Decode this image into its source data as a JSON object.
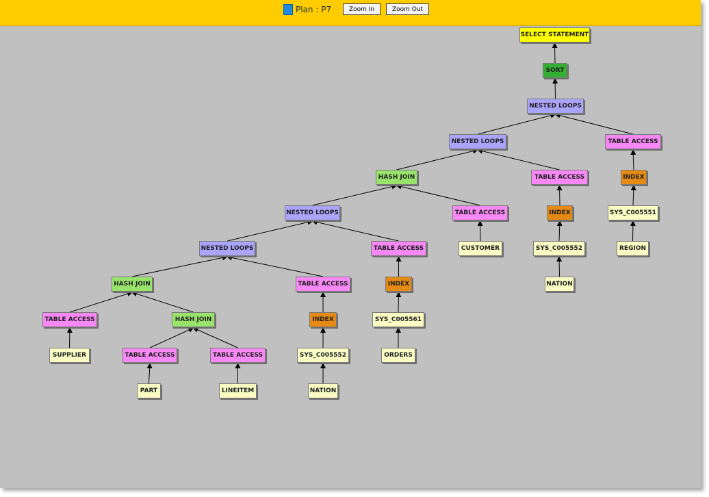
{
  "toolbar": {
    "plan_label": "Plan : P7",
    "zoom_in_label": "Zoom In",
    "zoom_out_label": "Zoom Out",
    "plan_color": "#1f8ae0",
    "background": "#ffcc00"
  },
  "node_colors": {
    "select": "#ffff00",
    "sort": "#33b033",
    "nested": "#aaa4fb",
    "hash": "#99e36d",
    "table": "#f788f5",
    "index": "#e58a14",
    "leaf": "#fafcc4"
  },
  "nodes": {
    "select_statement": "SELECT STATEMENT",
    "sort": "SORT",
    "nested_loops_1": "NESTED LOOPS",
    "nested_loops_2": "NESTED LOOPS",
    "table_access_region": "TABLE ACCESS",
    "index_region": "INDEX",
    "sys_c005551": "SYS_C005551",
    "region": "REGION",
    "hash_join_1": "HASH JOIN",
    "table_access_nation_right": "TABLE ACCESS",
    "index_nation_right": "INDEX",
    "sys_c005552_right": "SYS_C005552",
    "nation_right": "NATION",
    "nested_loops_3": "NESTED LOOPS",
    "table_access_customer": "TABLE ACCESS",
    "customer": "CUSTOMER",
    "nested_loops_4": "NESTED LOOPS",
    "table_access_orders": "TABLE ACCESS",
    "index_orders": "INDEX",
    "sys_c005561": "SYS_C005561",
    "orders": "ORDERS",
    "hash_join_2": "HASH JOIN",
    "table_access_nation_left": "TABLE ACCESS",
    "index_nation_left": "INDEX",
    "sys_c005552_left": "SYS_C005552",
    "nation_left": "NATION",
    "table_access_supplier": "TABLE ACCESS",
    "supplier": "SUPPLIER",
    "hash_join_3": "HASH JOIN",
    "table_access_part": "TABLE ACCESS",
    "part": "PART",
    "table_access_lineitem": "TABLE ACCESS",
    "lineitem": "LINEITEM"
  },
  "edges": [
    [
      "sort",
      "select_statement"
    ],
    [
      "nested_loops_1",
      "sort"
    ],
    [
      "nested_loops_2",
      "nested_loops_1"
    ],
    [
      "table_access_region",
      "nested_loops_1"
    ],
    [
      "index_region",
      "table_access_region"
    ],
    [
      "sys_c005551",
      "index_region"
    ],
    [
      "region",
      "sys_c005551"
    ],
    [
      "hash_join_1",
      "nested_loops_2"
    ],
    [
      "table_access_nation_right",
      "nested_loops_2"
    ],
    [
      "index_nation_right",
      "table_access_nation_right"
    ],
    [
      "sys_c005552_right",
      "index_nation_right"
    ],
    [
      "nation_right",
      "sys_c005552_right"
    ],
    [
      "nested_loops_3",
      "hash_join_1"
    ],
    [
      "table_access_customer",
      "hash_join_1"
    ],
    [
      "customer",
      "table_access_customer"
    ],
    [
      "nested_loops_4",
      "nested_loops_3"
    ],
    [
      "table_access_orders",
      "nested_loops_3"
    ],
    [
      "index_orders",
      "table_access_orders"
    ],
    [
      "sys_c005561",
      "index_orders"
    ],
    [
      "orders",
      "sys_c005561"
    ],
    [
      "hash_join_2",
      "nested_loops_4"
    ],
    [
      "table_access_nation_left",
      "nested_loops_4"
    ],
    [
      "index_nation_left",
      "table_access_nation_left"
    ],
    [
      "sys_c005552_left",
      "index_nation_left"
    ],
    [
      "nation_left",
      "sys_c005552_left"
    ],
    [
      "table_access_supplier",
      "hash_join_2"
    ],
    [
      "supplier",
      "table_access_supplier"
    ],
    [
      "hash_join_3",
      "hash_join_2"
    ],
    [
      "table_access_part",
      "hash_join_3"
    ],
    [
      "part",
      "table_access_part"
    ],
    [
      "table_access_lineitem",
      "hash_join_3"
    ],
    [
      "lineitem",
      "table_access_lineitem"
    ]
  ]
}
